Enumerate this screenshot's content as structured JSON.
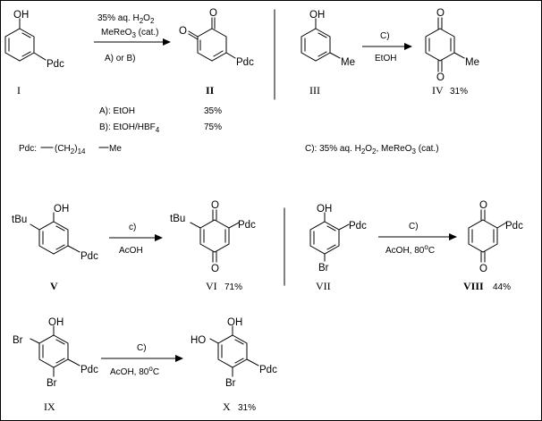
{
  "reagents": {
    "top_left_line1": "35% aq. H",
    "top_left_line1_sub": "2",
    "top_left_line1_tail": "O",
    "top_left_line1_sub2": "2",
    "top_left_line2": "MeReO",
    "top_left_line2_sub": "3",
    "top_left_line2_tail": " (cat.)",
    "top_left_line3": "A)  or B)",
    "c_label": "C)",
    "c_label_lower": "c)",
    "etoh": "EtOH",
    "acoh": "AcOH",
    "acoh_80": "AcOH,  80",
    "deg_c": "C",
    "deg": "o"
  },
  "conditions": {
    "a_label": "A):  EtOH",
    "a_yield": "35%",
    "b_label": "B):  EtOH/HBF",
    "b_sub": "4",
    "b_yield": "75%",
    "c_def_prefix": "C): 35% aq. H",
    "c_def_sub1": "2",
    "c_def_mid": "O",
    "c_def_sub2": "2",
    "c_def_mid2": ", MeReO",
    "c_def_sub3": "3",
    "c_def_tail": " (cat.)"
  },
  "pdc_def": {
    "prefix": "Pdc:",
    "group": "(CH",
    "sub2": "2",
    "close": ")",
    "sub14": "14",
    "tail": "Me"
  },
  "atoms": {
    "oh": "OH",
    "ho": "HO",
    "o": "O",
    "pdc": "Pdc",
    "me": "Me",
    "tbu": "tBu",
    "br": "Br"
  },
  "compounds": {
    "I": "I",
    "II": "II",
    "III": "III",
    "IV": "IV",
    "IV_yield": "31%",
    "V": "V",
    "VI": "VI",
    "VI_yield": "71%",
    "VII": "VII",
    "VIII": "VIII",
    "VIII_yield": "44%",
    "IX": "IX",
    "X": "X",
    "X_yield": "31%"
  }
}
